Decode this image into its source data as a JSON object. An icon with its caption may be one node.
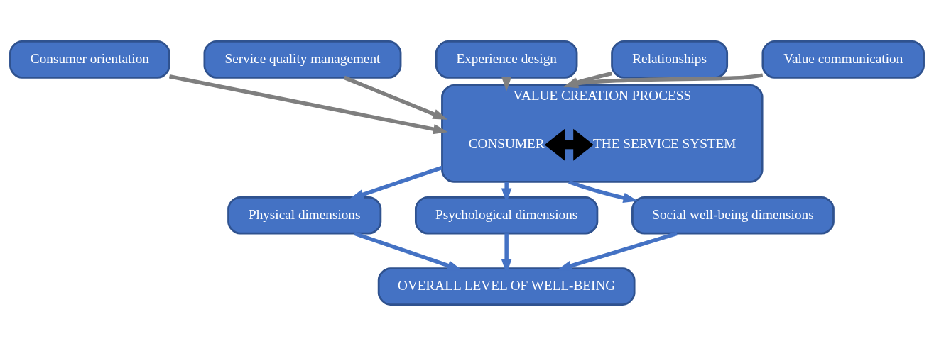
{
  "diagram": {
    "nodes": [
      {
        "text": [
          "Consumer orientation"
        ]
      },
      {
        "text": [
          "Service quality management"
        ]
      },
      {
        "text": [
          "Experience design"
        ]
      },
      {
        "text": [
          "Relationships"
        ]
      },
      {
        "text": [
          "Value communication"
        ]
      },
      {
        "text": [
          "VALUE CREATION PROCESS"
        ]
      },
      {
        "text": [
          "CONSUMER"
        ],
        "in": 5
      },
      {
        "text": [
          "THE SERVICE SYSTEM"
        ],
        "in": 5
      },
      {
        "text": [
          "Physical dimensions"
        ]
      },
      {
        "text": [
          "Psychological dimensions"
        ]
      },
      {
        "text": [
          "Social well-being dimensions"
        ]
      },
      {
        "text": [
          "OVERALL LEVEL OF WELL-BEING"
        ]
      }
    ],
    "edges": [
      {
        "from": 0,
        "to": 5,
        "arrow": "to",
        "color": "#7f7f7f"
      },
      {
        "from": 1,
        "to": 5,
        "arrow": "to",
        "color": "#7f7f7f"
      },
      {
        "from": 2,
        "to": 5,
        "arrow": "to",
        "color": "#7f7f7f"
      },
      {
        "from": 3,
        "to": 5,
        "arrow": "to",
        "color": "#7f7f7f"
      },
      {
        "from": 4,
        "to": 5,
        "arrow": "to",
        "color": "#7f7f7f"
      },
      {
        "from": 6,
        "to": 7,
        "arrow": "both",
        "style": "thick",
        "color": "#000000"
      },
      {
        "from": 5,
        "to": 8,
        "arrow": "to"
      },
      {
        "from": 5,
        "to": 9,
        "arrow": "to"
      },
      {
        "from": 5,
        "to": 10,
        "arrow": "to"
      },
      {
        "from": 8,
        "to": 11,
        "arrow": "to"
      },
      {
        "from": 9,
        "to": 11,
        "arrow": "to"
      },
      {
        "from": 10,
        "to": 11,
        "arrow": "to"
      }
    ]
  }
}
